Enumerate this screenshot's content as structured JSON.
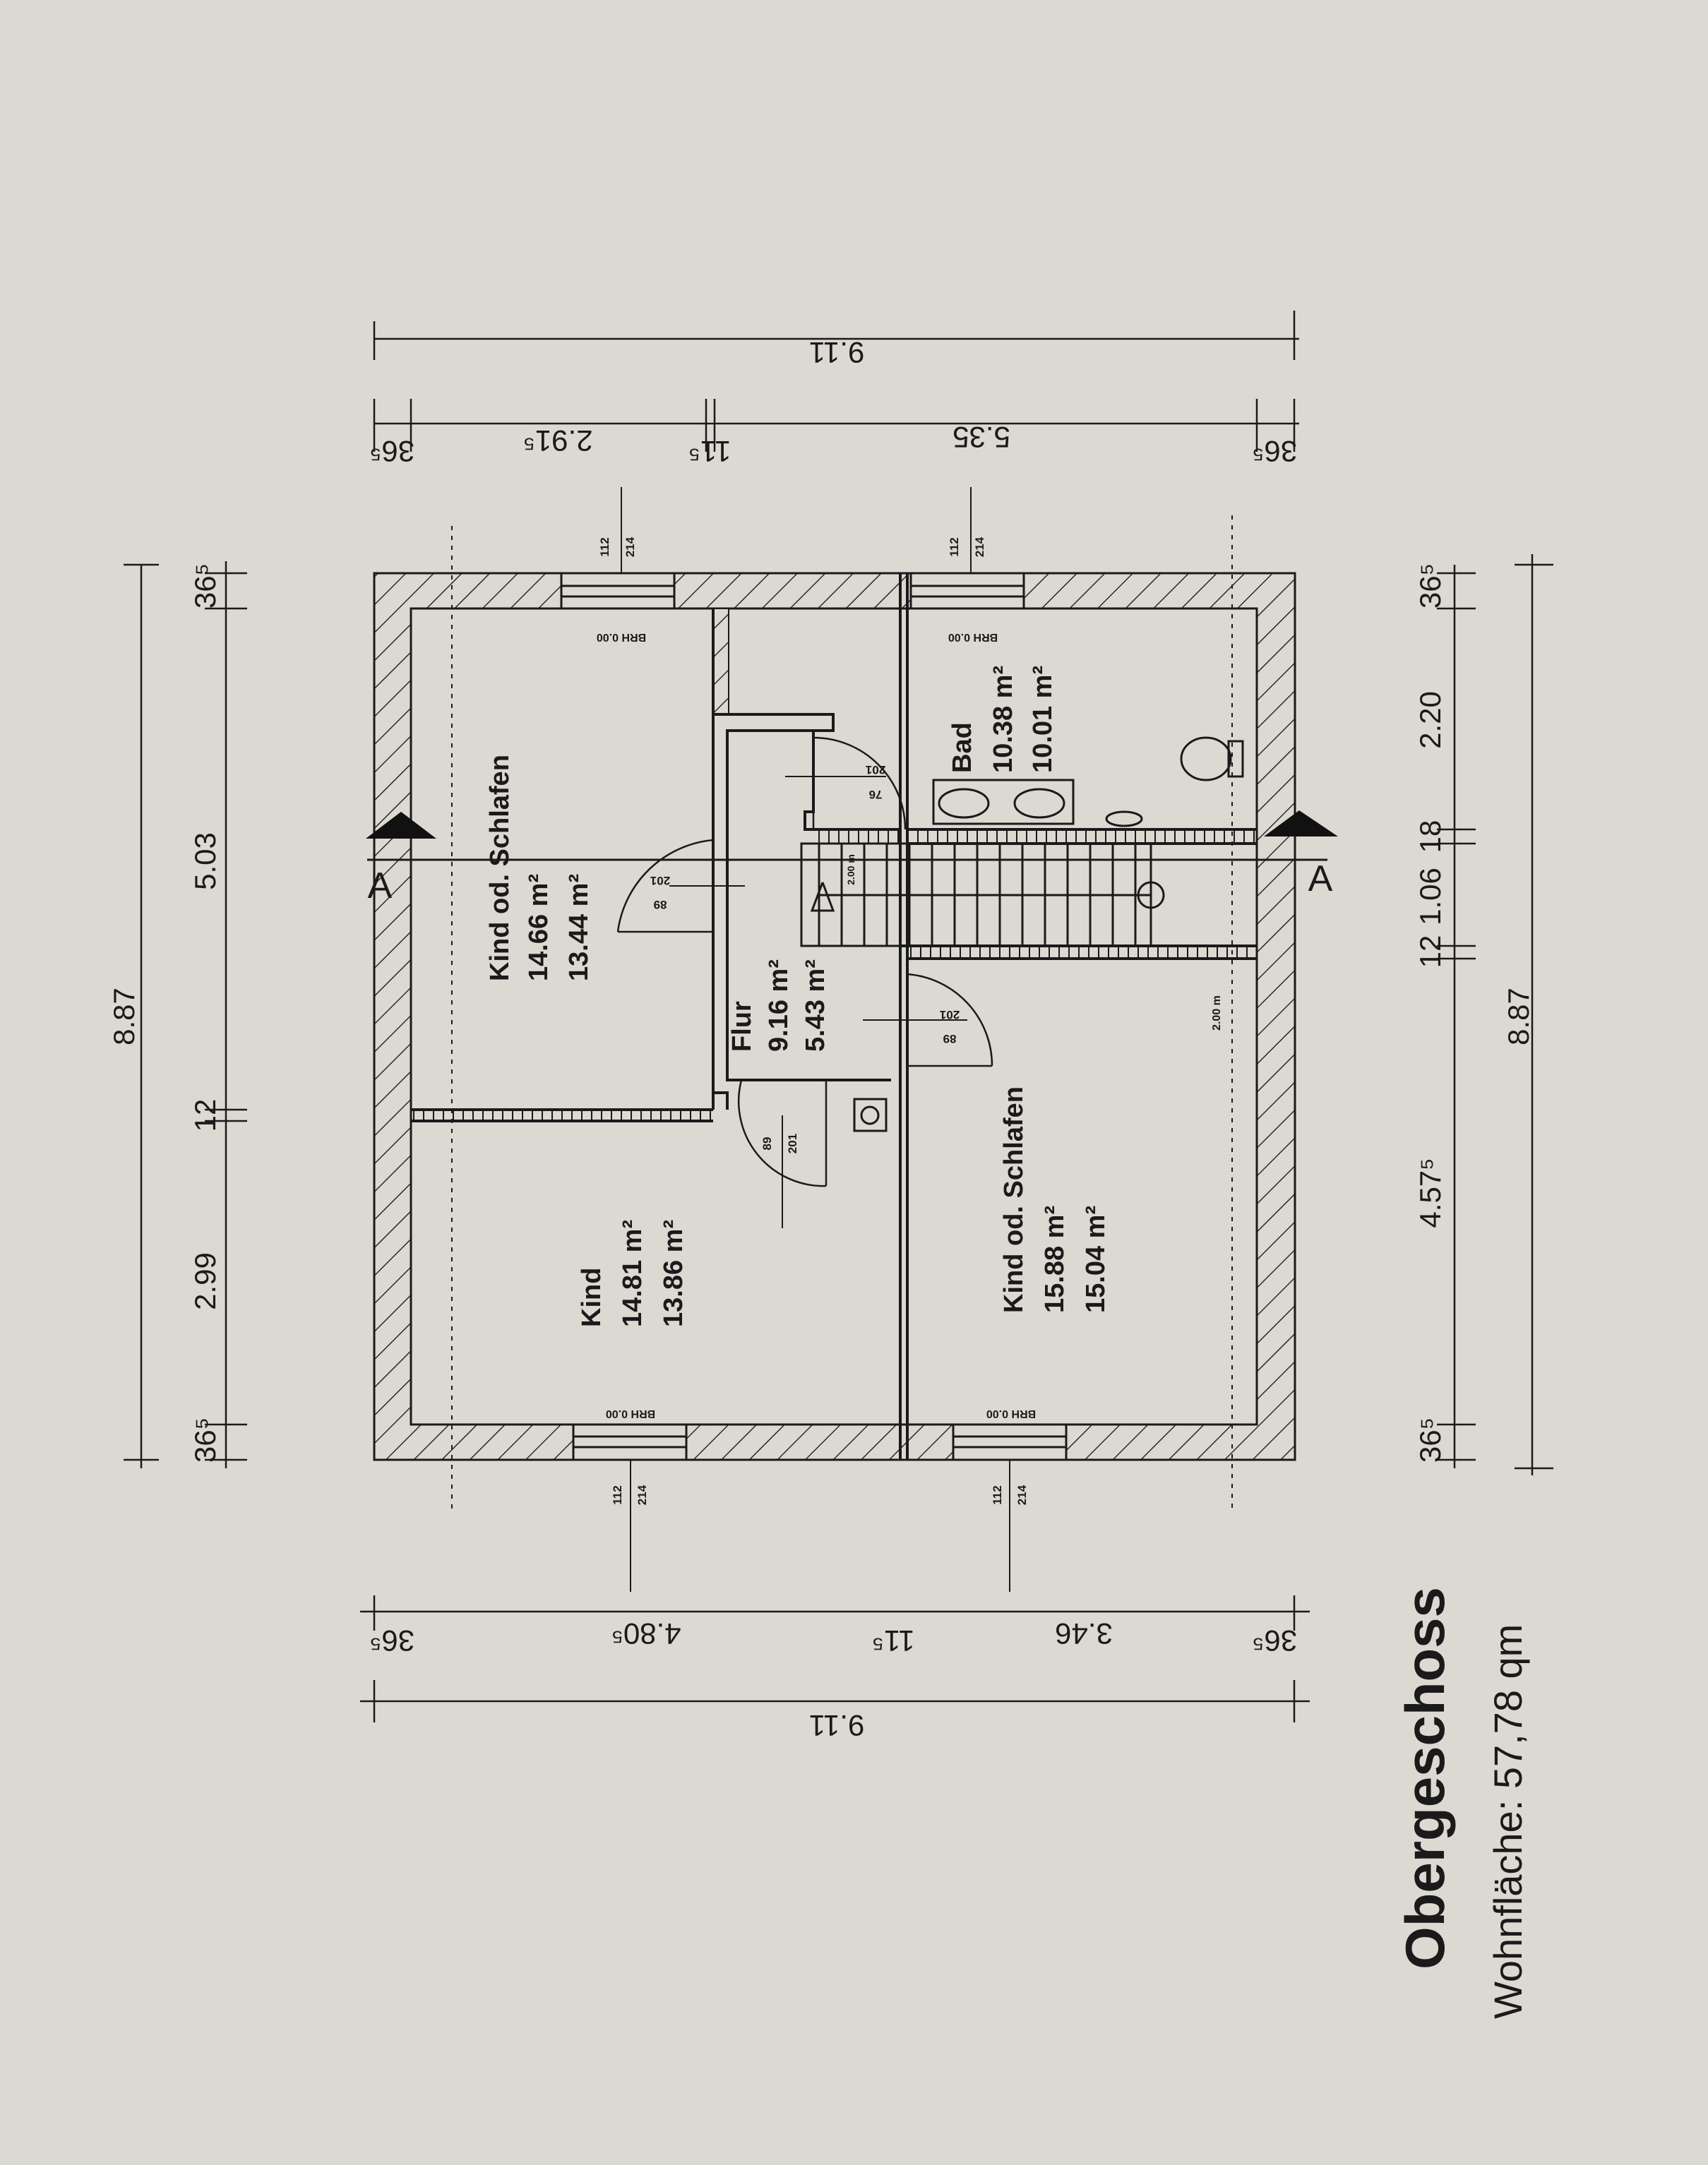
{
  "title": "Obergeschoss",
  "living_area": "Wohnfläche:  57,78 qm",
  "rooms": {
    "kind_schlafen_top": {
      "name": "Kind od. Schlafen",
      "area1": "14.66 m²",
      "area2": "13.44 m²"
    },
    "kind_left": {
      "name": "Kind",
      "area1": "14.81 m²",
      "area2": "13.86 m²"
    },
    "flur": {
      "name": "Flur",
      "area1": "9.16 m²",
      "area2": "5.43 m²"
    },
    "bad": {
      "name": "Bad",
      "area1": "10.38 m²",
      "area2": "10.01 m²"
    },
    "kind_schlafen_right": {
      "name": "Kind od. Schlafen",
      "area1": "15.88 m²",
      "area2": "15.04 m²"
    }
  },
  "section_marker": "A",
  "window_label": "BRH 0.00",
  "window_dims": {
    "w": "112",
    "h": "214"
  },
  "door_dims": {
    "a": "201",
    "b": "89",
    "c": "76"
  },
  "stair_height": "2.00 m",
  "stair_small_label": "2.00 m",
  "dims_top": {
    "total": "9.11",
    "seg1": "36⁵",
    "seg2": "2.91⁵",
    "seg3": "11⁵",
    "seg4": "5.35",
    "seg5": "36⁵"
  },
  "dims_bottom": {
    "total": "9.11",
    "seg1": "36⁵",
    "seg2": "4.80⁵",
    "seg3": "11⁵",
    "seg4": "3.46",
    "seg5": "36⁵"
  },
  "dims_left": {
    "total": "8.87",
    "seg1": "36⁵",
    "seg2": "5.03",
    "seg3": "12",
    "seg4": "2.99",
    "seg5": "36⁵"
  },
  "dims_right": {
    "total": "8.87",
    "seg1": "36⁵",
    "seg2": "2.20",
    "seg3": "18",
    "seg4": "1.06",
    "seg5": "12",
    "seg6": "4.57⁵",
    "seg7": "36⁵"
  }
}
